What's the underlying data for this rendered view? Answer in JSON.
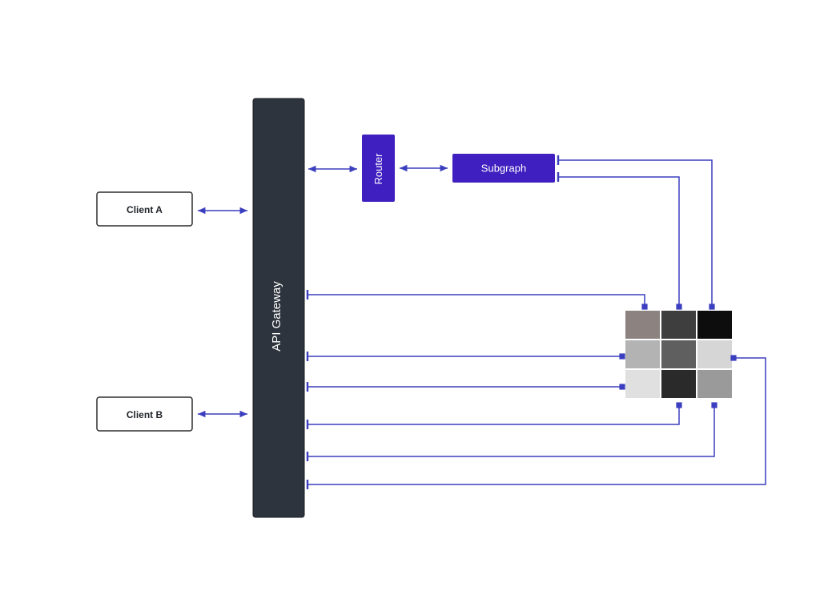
{
  "nodes": {
    "client_a": {
      "label": "Client A"
    },
    "client_b": {
      "label": "Client B"
    },
    "api_gateway": {
      "label": "API Gateway"
    },
    "router": {
      "label": "Router"
    },
    "subgraph": {
      "label": "Subgraph"
    }
  },
  "colors": {
    "gateway_fill": "#2e343d",
    "router_fill": "#3f1fbf",
    "subgraph_fill": "#3f1fbf",
    "client_border": "#2f2f2f",
    "connector": "#3b3fbf"
  },
  "grid_cells": [
    [
      "#8c8280",
      "#3e3e3e",
      "#0d0d0d"
    ],
    [
      "#b3b3b3",
      "#5f5f5f",
      "#d6d6d6"
    ],
    [
      "#e0e0e0",
      "#2a2a2a",
      "#9a9a9a"
    ]
  ]
}
